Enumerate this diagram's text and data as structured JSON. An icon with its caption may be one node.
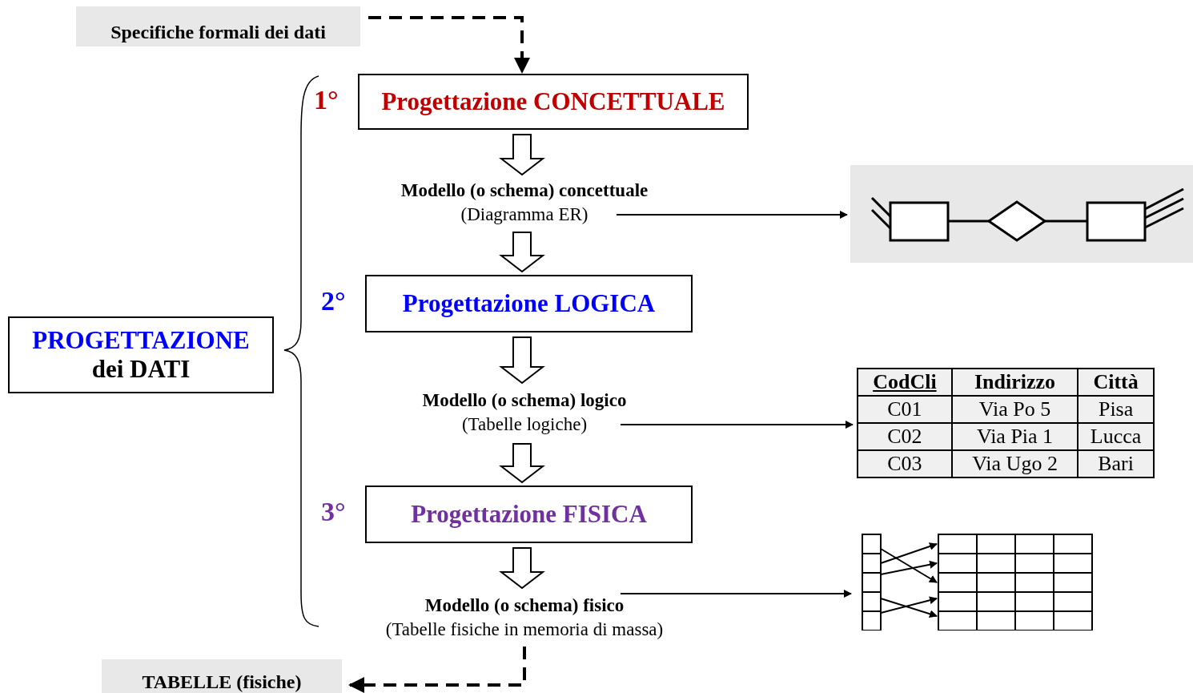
{
  "diagram": {
    "nodes": [
      {
        "text": [
          "Specifiche formali dei dati"
        ]
      },
      {
        "text": [
          "Progettazione CONCETTUALE"
        ],
        "beside": [
          "1°"
        ]
      },
      {
        "text": [
          "Modello (o schema) concettuale",
          "(Diagramma ER)"
        ]
      },
      {
        "text": [],
        "shape": "picture"
      },
      {
        "text": [
          "Progettazione LOGICA"
        ],
        "beside": [
          "2°"
        ]
      },
      {
        "text": [
          "Modello (o schema) logico",
          "(Tabelle logiche)"
        ]
      },
      {
        "text": [],
        "shape": "box"
      },
      {
        "text": [
          "Progettazione FISICA"
        ],
        "beside": [
          "3°"
        ]
      },
      {
        "text": [
          "Modello (o schema) fisico",
          "(Tabelle fisiche in memoria di massa)"
        ]
      },
      {
        "text": [],
        "shape": "picture"
      },
      {
        "text": [
          "TABELLE (fisiche)"
        ]
      },
      {
        "text": [
          "PROGETTAZIONE",
          "dei DATI"
        ]
      }
    ],
    "edges": [
      {
        "from": 0,
        "to": 1,
        "arrow": "to",
        "style": "dashed"
      },
      {
        "from": 1,
        "to": 2,
        "arrow": "to"
      },
      {
        "from": 2,
        "to": 3,
        "arrow": "to"
      },
      {
        "from": 2,
        "to": 4,
        "arrow": "to"
      },
      {
        "from": 4,
        "to": 5,
        "arrow": "to"
      },
      {
        "from": 5,
        "to": 6,
        "arrow": "to"
      },
      {
        "from": 5,
        "to": 7,
        "arrow": "to"
      },
      {
        "from": 7,
        "to": 8,
        "arrow": "to"
      },
      {
        "from": 8,
        "to": 9,
        "arrow": "to"
      },
      {
        "from": 8,
        "to": 10,
        "arrow": "to",
        "style": "dashed"
      }
    ],
    "labels": [
      "CodCli",
      "Indirizzo",
      "Città",
      "C01",
      "Via Po 5",
      "Pisa",
      "C02",
      "Via Pia 1",
      "Lucca",
      "C03",
      "Via Ugo 2",
      "Bari"
    ]
  }
}
